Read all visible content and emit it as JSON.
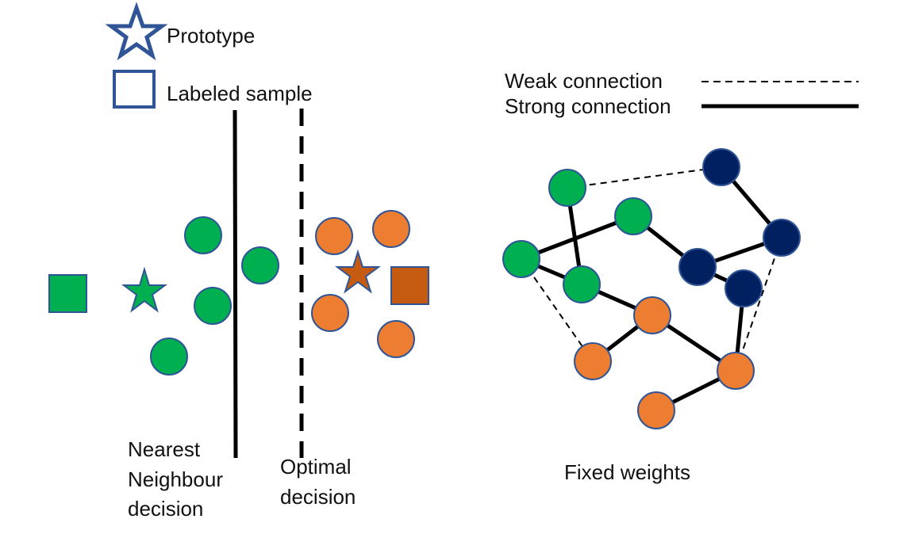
{
  "legend": {
    "prototype_label": "Prototype",
    "labeled_sample_label": "Labeled sample",
    "weak_connection_label": "Weak connection",
    "strong_connection_label": "Strong connection"
  },
  "left_panel": {
    "nearest_neighbour_decision": [
      "Nearest",
      "Neighbour",
      "decision"
    ],
    "optimal_decision": [
      "Optimal",
      "decision"
    ]
  },
  "right_panel": {
    "caption": "Fixed weights"
  },
  "colors": {
    "green": "#00b050",
    "orange": "#ed7d31",
    "dark_orange": "#c55a11",
    "navy": "#002060",
    "outline": "#2f5597",
    "line": "#000000"
  }
}
